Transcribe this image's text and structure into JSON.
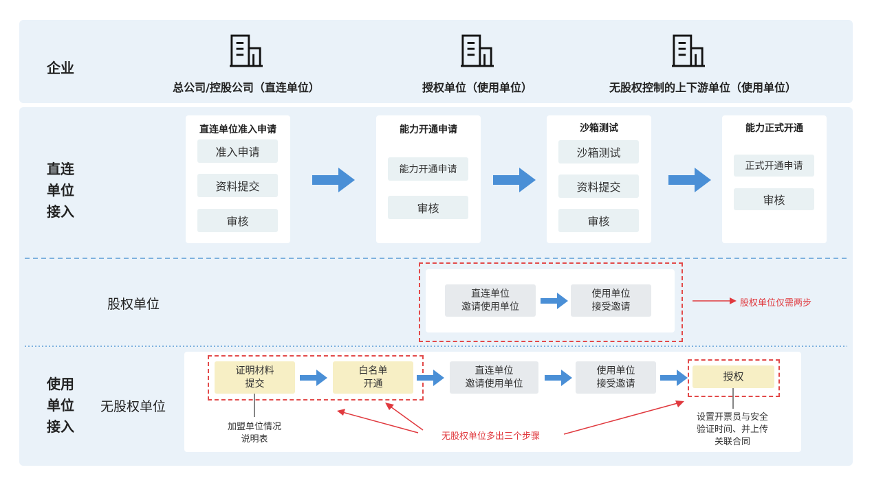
{
  "enterprise": {
    "label": "企业",
    "items": [
      {
        "name": "总公司/控股公司（直连单位）",
        "icon": "building-icon"
      },
      {
        "name": "授权单位（使用单位）",
        "icon": "building-icon"
      },
      {
        "name": "无股权控制的上下游单位（使用单位）",
        "icon": "building-icon"
      }
    ]
  },
  "direct": {
    "label": "直连\n单位\n接入",
    "cards": [
      {
        "title": "直连单位准入申请",
        "steps": [
          "准入申请",
          "资料提交",
          "审核"
        ]
      },
      {
        "title": "能力开通申请",
        "steps": [
          "能力开通申请",
          "审核"
        ]
      },
      {
        "title": "沙箱测试",
        "steps": [
          "沙箱测试",
          "资料提交",
          "审核"
        ]
      },
      {
        "title": "能力正式开通",
        "steps": [
          "正式开通申请",
          "审核"
        ]
      }
    ]
  },
  "equity": {
    "label": "股权单位",
    "steps": [
      "直连单位\n邀请使用单位",
      "使用单位\n接受邀请"
    ],
    "note": "股权单位仅需两步"
  },
  "user": {
    "label": "使用\n单位\n接入",
    "sub_label": "无股权单位",
    "steps": [
      "证明材料\n提交",
      "白名单\n开通",
      "直连单位\n邀请使用单位",
      "使用单位\n接受邀请",
      "授权"
    ],
    "note_left": "加盟单位情况\n说明表",
    "note_right": "设置开票员与安全\n验证时间、并上传\n关联合同",
    "extra_note": "无股权单位多出三个步骤"
  },
  "colors": {
    "panel": "#eaf2f9",
    "arrow": "#4a8fd6",
    "red": "#e0393e",
    "yellow": "#f7efc5"
  }
}
